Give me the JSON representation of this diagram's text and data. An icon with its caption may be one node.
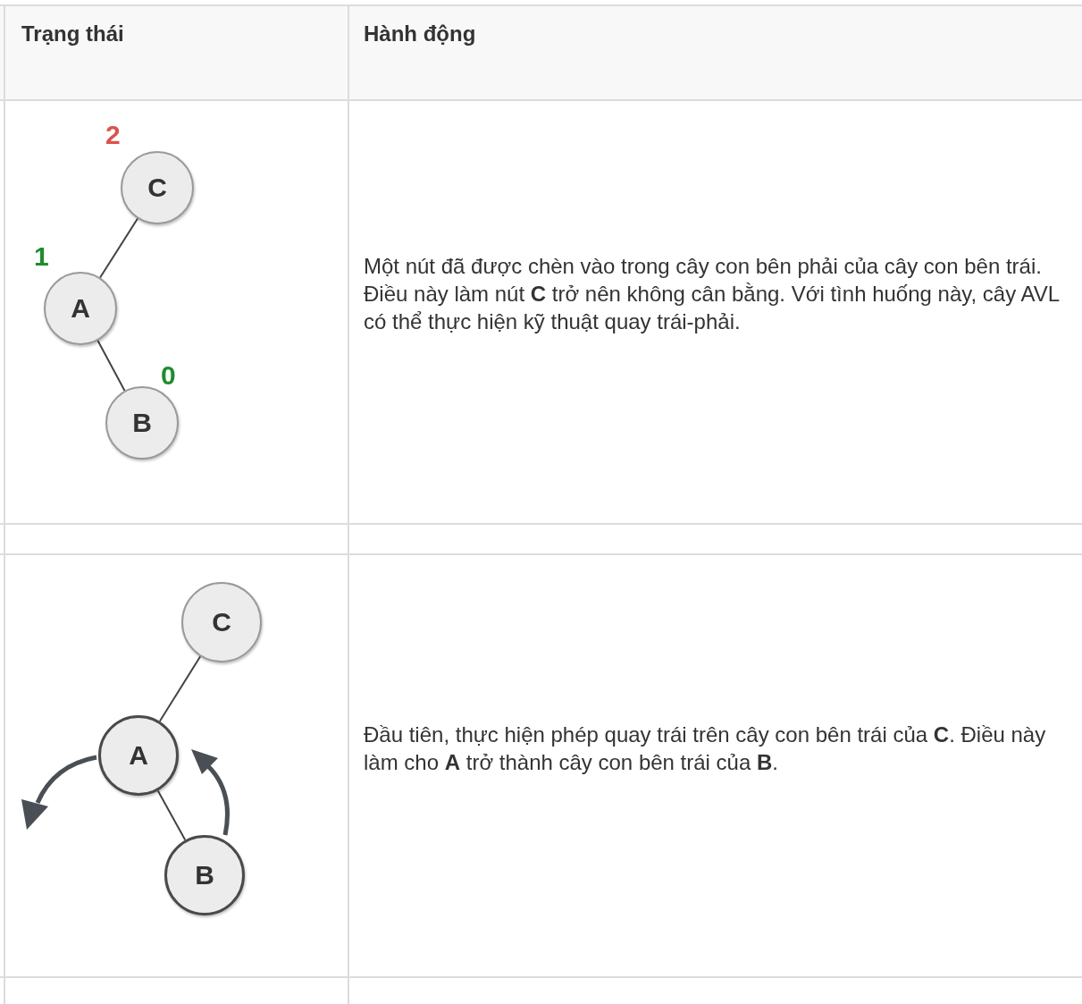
{
  "diagram": {
    "nodes": [
      {
        "text": [
          "C"
        ],
        "beside": [
          "2"
        ]
      },
      {
        "text": [
          "A"
        ],
        "beside": [
          "1"
        ]
      },
      {
        "text": [
          "B"
        ],
        "beside": [
          "0"
        ]
      },
      {
        "text": [
          "C"
        ]
      },
      {
        "text": [
          "A"
        ]
      },
      {
        "text": [
          "B"
        ]
      }
    ],
    "edges": [
      {
        "from": 0,
        "to": 1,
        "arrow": "none"
      },
      {
        "from": 1,
        "to": 2,
        "arrow": "none"
      },
      {
        "from": 3,
        "to": 4,
        "arrow": "none"
      },
      {
        "from": 4,
        "to": 5,
        "arrow": "none"
      }
    ],
    "labels": [
      "Trạng thái",
      "Hành động",
      "Một nút đã được chèn vào trong cây con bên phải của cây con bên trái. Điều này làm nút **C** trở nên không cân bằng. Với tình huống này, cây AVL có thể thực hiện kỹ thuật quay trái-phải.",
      "Đầu tiên, thực hiện phép quay trái trên cây con bên trái của **C**. Điều này làm cho **A** trở thành cây con bên trái của **B**."
    ]
  }
}
